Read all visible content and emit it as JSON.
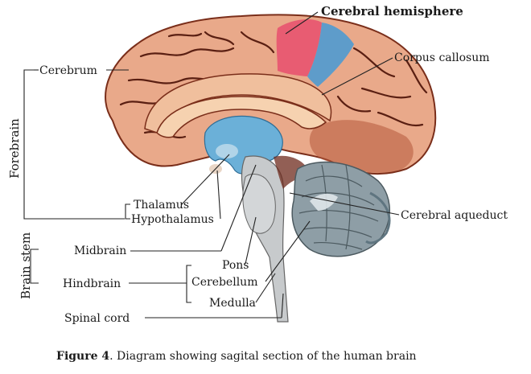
{
  "labels": {
    "cerebral_hemisphere": "Cerebral hemisphere",
    "corpus_callosum": "Corpus callosum",
    "cerebrum": "Cerebrum",
    "forebrain": "Forebrain",
    "thalamus": "Thalamus",
    "hypothalamus": "Hypothalamus",
    "cerebral_aqueduct": "Cerebral aqueduct",
    "brain_stem": "Brain stem",
    "midbrain": "Midbrain",
    "hindbrain": "Hindbrain",
    "pons": "Pons",
    "cerebellum": "Cerebellum",
    "medulla": "Medulla",
    "spinal_cord": "Spinal cord"
  },
  "caption": {
    "prefix": "Figure 4",
    "text": ". Diagram showing sagital section of the human brain"
  },
  "colors": {
    "cortex": "#e9a98a",
    "cortex_dark": "#b5583a",
    "sulci": "#5a1f12",
    "corpus_callosum": "#f6d2b0",
    "ventricle": "#6bb0d8",
    "hemisphere_pink": "#e8536f",
    "hemisphere_blue": "#4f9ad0",
    "cerebellum": "#8e9ea6",
    "brainstem": "#c7cacc",
    "deep_brown": "#6e2a1c"
  }
}
